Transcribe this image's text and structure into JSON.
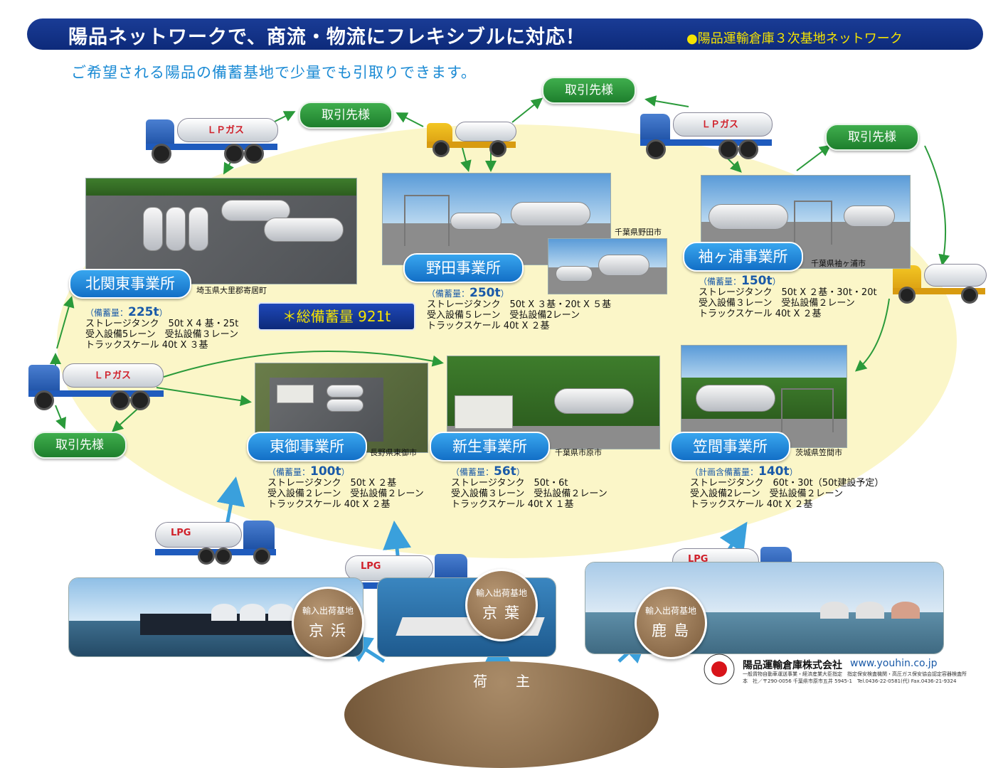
{
  "header": {
    "title": "陽品ネットワークで、商流・物流にフレキシブルに対応！",
    "subtitle": "●陽品運輸倉庫３次基地ネットワーク"
  },
  "lead": "ご希望される陽品の備蓄基地で少量でも引取りできます。",
  "client_label": "取引先様",
  "total": "＊総備蓄量 921t",
  "truck_text": {
    "lp": "ＬＰガス",
    "lpg": "LPG"
  },
  "offices": [
    {
      "name": "北関東事業所",
      "location": "埼玉県大里郡寄居町",
      "cap_label": "（備蓄量：",
      "cap_value": "225t",
      "cap_close": "）",
      "lines": [
        "ストレージタンク　50t X 4 基・25t",
        "受入設備5レーン　受払設備３レーン",
        "トラックスケール 40t X ３基"
      ]
    },
    {
      "name": "野田事業所",
      "location": "千葉県野田市",
      "cap_label": "（備蓄量：",
      "cap_value": "250t",
      "cap_close": "）",
      "lines": [
        "ストレージタンク　50t X ３基・20t X ５基",
        "受入設備５レーン　受払設備2レーン",
        "トラックスケール 40t X ２基"
      ]
    },
    {
      "name": "袖ヶ浦事業所",
      "location": "千葉県袖ヶ浦市",
      "cap_label": "（備蓄量：",
      "cap_value": "150t",
      "cap_close": "）",
      "lines": [
        "ストレージタンク　50t X ２基・30t・20t",
        "受入設備３レーン　受払設備２レーン",
        "トラックスケール 40t X ２基"
      ]
    },
    {
      "name": "東御事業所",
      "location": "長野県東御市",
      "cap_label": "（備蓄量：",
      "cap_value": "100t",
      "cap_close": "）",
      "lines": [
        "ストレージタンク　50t X ２基",
        "受入設備２レーン　受払設備２レーン",
        "トラックスケール 40t X ２基"
      ]
    },
    {
      "name": "新生事業所",
      "location": "千葉県市原市",
      "cap_label": "（備蓄量：",
      "cap_value": "56t",
      "cap_close": "）",
      "lines": [
        "ストレージタンク　50t・6t",
        "受入設備３レーン　受払設備２レーン",
        "トラックスケール 40t X １基"
      ]
    },
    {
      "name": "笠間事業所",
      "location": "茨城県笠間市",
      "cap_label": "（計画含備蓄量：",
      "cap_value": "140t",
      "cap_close": "）",
      "lines": [
        "ストレージタンク　60t・30t（50t建設予定）",
        "受入設備2レーン　受払設備２レーン",
        "トラックスケール 40t X ２基"
      ]
    }
  ],
  "bases": [
    {
      "label": "輸入出荷基地",
      "name": "京浜"
    },
    {
      "label": "輸入出荷基地",
      "name": "京葉"
    },
    {
      "label": "輸入出荷基地",
      "name": "鹿島"
    }
  ],
  "shipper": "荷主",
  "footer": {
    "company": "陽品運輸倉庫株式会社",
    "url": "www.youhin.co.jp",
    "line1": "一般貨物自動車運送事業・経済産業大臣指定　指定保安検査機関・高圧ガス保安協会認定容器検査所",
    "line2": "本　社／〒290-0056 千葉県市原市五井 5945-1　Tel.0436-22-0581(代) Fax.0436-21-9324"
  },
  "colors": {
    "header": "#0d2a7a",
    "accent_yellow": "#f6e400",
    "office": "#1a7fd6",
    "client": "#2a9a3a",
    "ellipse": "#fbf6c8"
  }
}
